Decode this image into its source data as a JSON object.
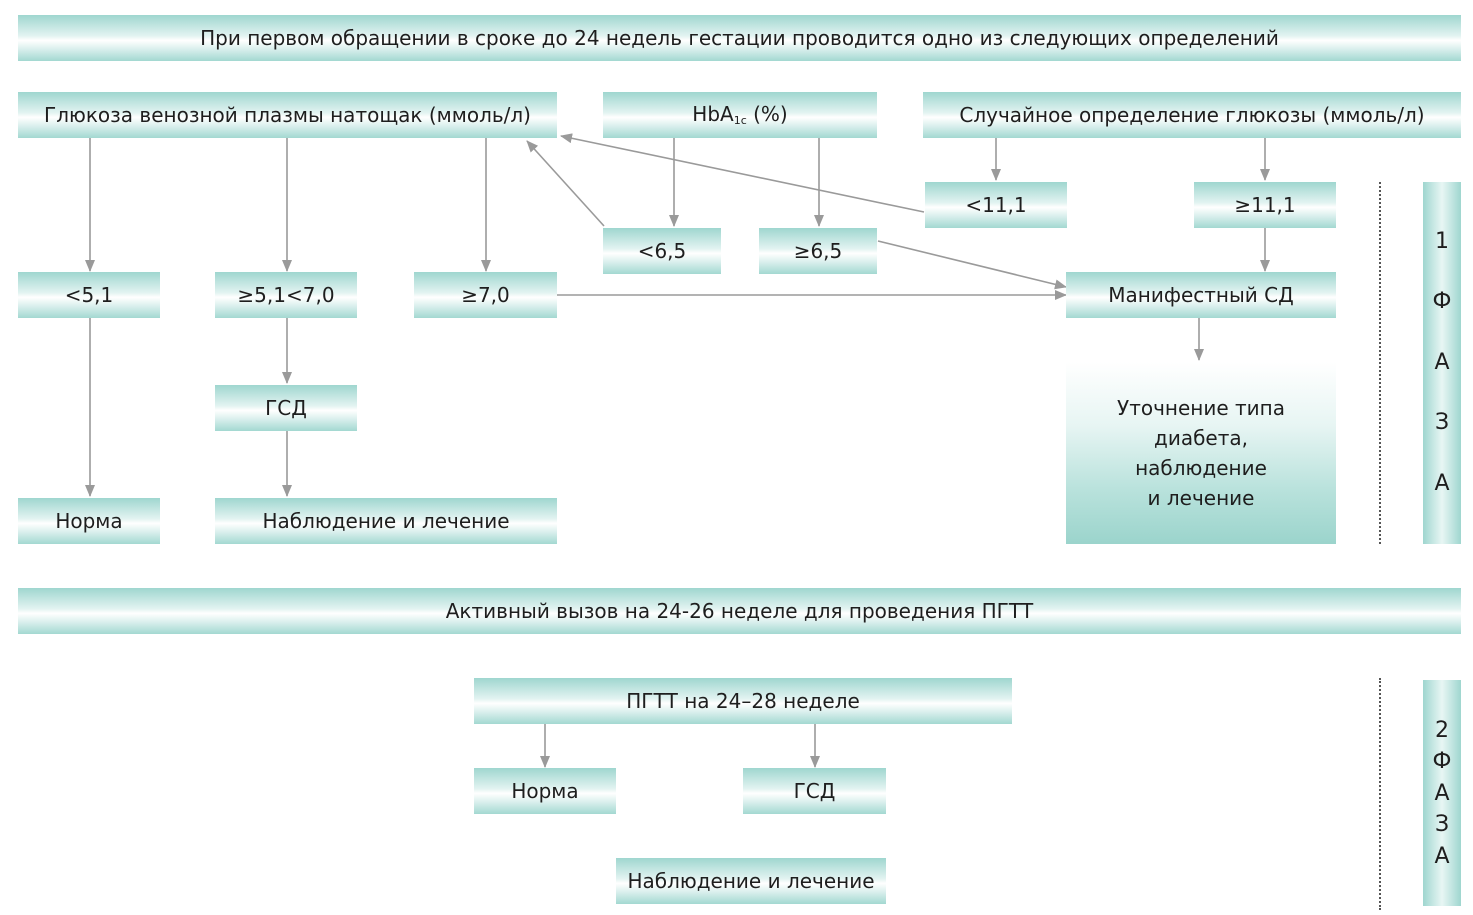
{
  "header1": "При первом обращении в сроке до 24 недель гестации проводится одно из следующих определений",
  "fasting": {
    "title": "Глюкоза венозной плазмы натощак (ммоль/л)",
    "lt51": "<5,1",
    "mid": "≥5,1<7,0",
    "ge70": "≥7,0",
    "gsd": "ГСД",
    "norm": "Норма",
    "observe": "Наблюдение и лечение"
  },
  "hba1c": {
    "title_main": "HbA",
    "title_sub": "1c",
    "title_unit": " (%)",
    "lt65": "<6,5",
    "ge65": "≥6,5"
  },
  "random": {
    "title": "Случайное определение глюкозы (ммоль/л)",
    "lt111": "<11,1",
    "ge111": "≥11,1",
    "manifest": "Манифестный СД",
    "clarify": [
      "Уточнение типа",
      "диабета,",
      "наблюдение",
      "и лечение"
    ]
  },
  "phase1": [
    "1",
    "Ф",
    "А",
    "З",
    "А"
  ],
  "header2": "Активный вызов на 24-26 неделе для проведения ПГТТ",
  "phase2_block": {
    "pgtt": "ПГТТ на 24–28 неделе",
    "norm": "Норма",
    "gsd": "ГСД",
    "observe": "Наблюдение и лечение"
  },
  "phase2": [
    "2",
    "Ф",
    "А",
    "З",
    "А"
  ],
  "colors": {
    "box_dark": "#9fd6cf",
    "box_light": "#e2f3f1",
    "arrow": "#9a9a9a"
  }
}
